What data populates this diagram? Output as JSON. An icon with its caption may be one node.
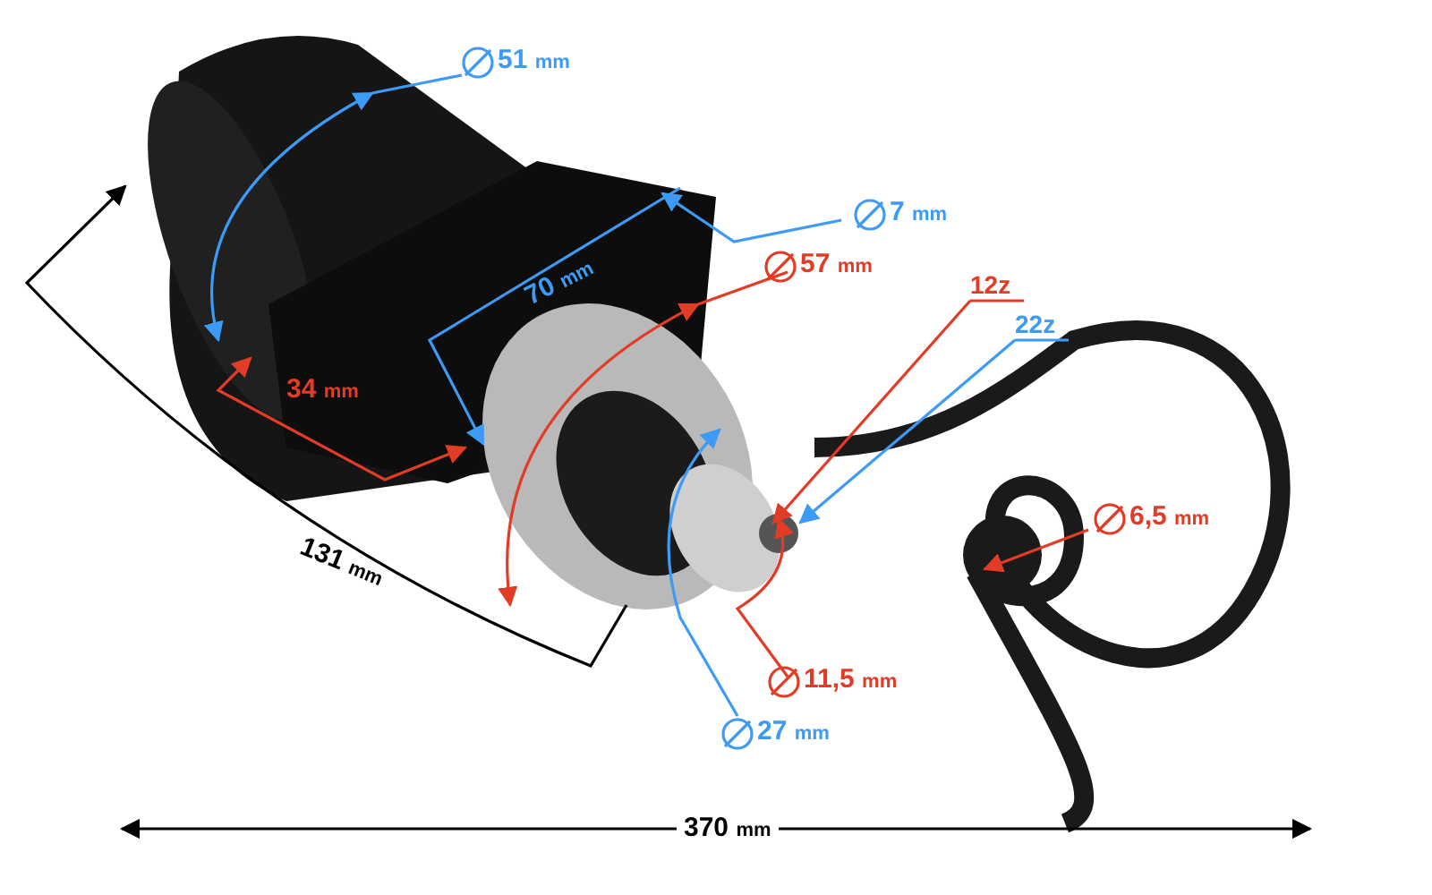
{
  "diagram": {
    "nodes": [
      {
        "text": [
          "12z"
        ]
      },
      {
        "text": [
          "22z"
        ]
      }
    ],
    "edges": [
      {
        "from": 0,
        "to": null,
        "arrow": "to",
        "color": "#e23b26"
      },
      {
        "from": 1,
        "to": null,
        "arrow": "to",
        "color": "#3d9bf5"
      }
    ],
    "labels": [
      "51 mm",
      "7 mm",
      "57 mm",
      "70 mm",
      "34 mm",
      "131 mm",
      "6,5 mm",
      "11,5 mm",
      "27 mm",
      "370 mm"
    ]
  }
}
